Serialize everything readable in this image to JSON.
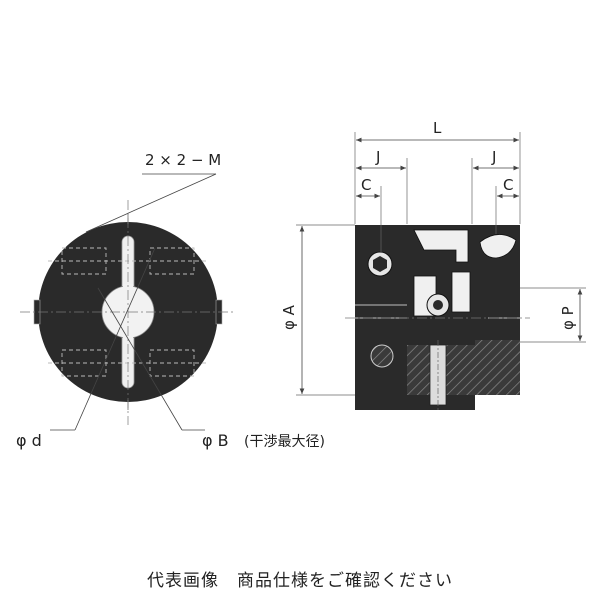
{
  "labels": {
    "screw_callout": "2 × 2 − M",
    "length": "L",
    "j_left": "J",
    "j_right": "J",
    "c_left": "C",
    "c_right": "C",
    "dia_a": "φ A",
    "dia_p": "φ P",
    "dia_d": "φ d",
    "dia_b": "φ B",
    "dia_b_note": "(干渉最大径)"
  },
  "caption": "代表画像　商品仕様をご確認ください",
  "colors": {
    "body": "#2a2a2a",
    "line": "#333333",
    "dim": "#555555",
    "background": "#ffffff"
  }
}
